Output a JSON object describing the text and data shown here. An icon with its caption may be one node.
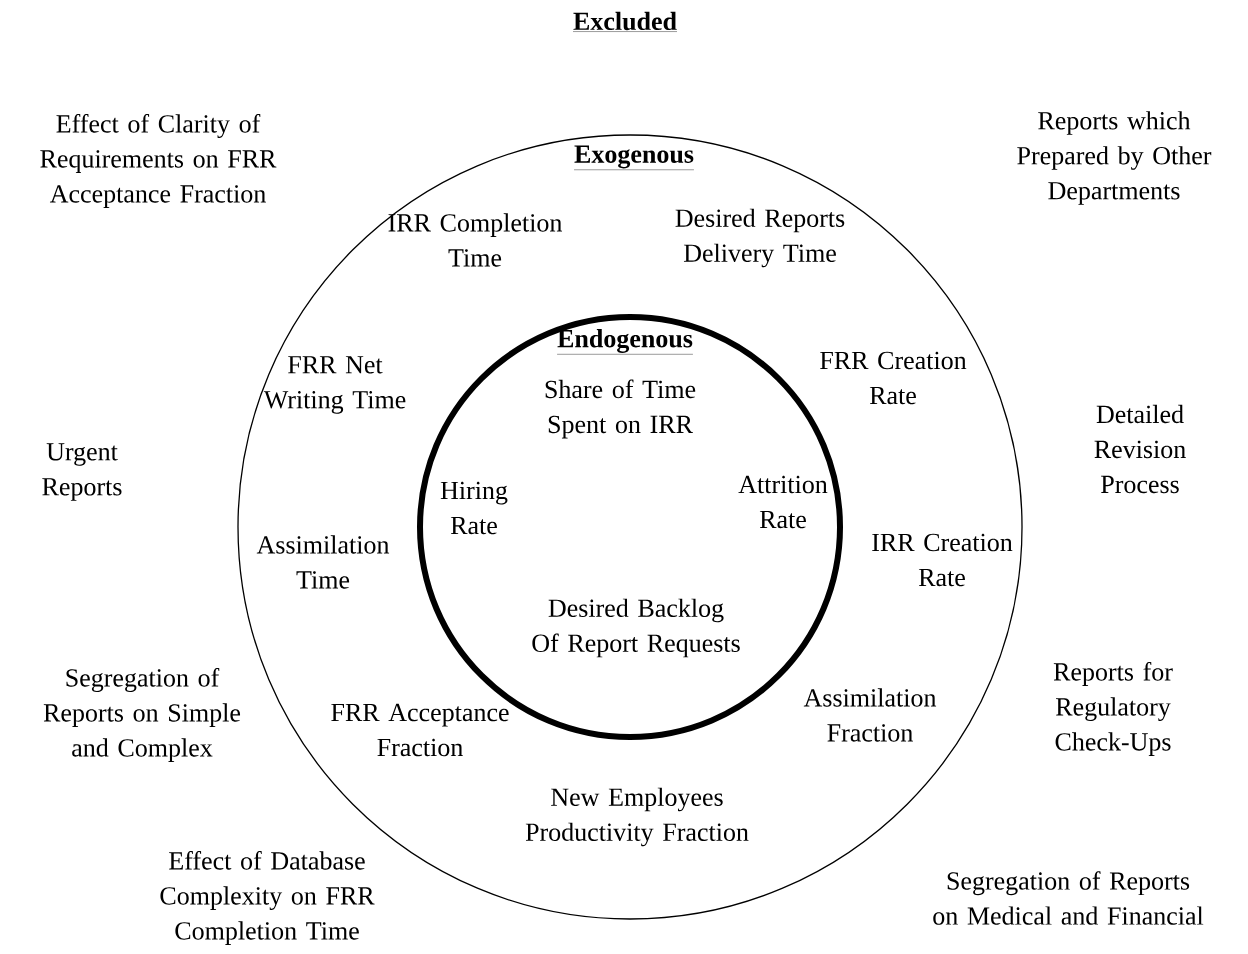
{
  "diagram": {
    "title": "Excluded",
    "nodes": [
      {
        "text": [
          "Exogenous",
          "IRR Completion Time",
          "Desired Reports Delivery Time",
          "FRR Net Writing Time",
          "FRR Creation Rate",
          "Assimilation Time",
          "IRR Creation Rate",
          "FRR Acceptance Fraction",
          "Assimilation Fraction",
          "New Employees Productivity Fraction"
        ]
      },
      {
        "text": [
          "Endogenous",
          "Share of Time Spent on IRR",
          "Hiring Rate",
          "Attrition Rate",
          "Desired Backlog Of Report Requests"
        ],
        "in": 0
      }
    ],
    "labels": [
      "Effect of Clarity of Requirements on FRR Acceptance Fraction",
      "Reports which Prepared by Other Departments",
      "Urgent Reports",
      "Detailed Revision Process",
      "Segregation of Reports on Simple and Complex",
      "Reports for Regulatory Check-Ups",
      "Effect of Database Complexity on FRR Completion Time",
      "Segregation of Reports on Medical and Financial"
    ]
  }
}
